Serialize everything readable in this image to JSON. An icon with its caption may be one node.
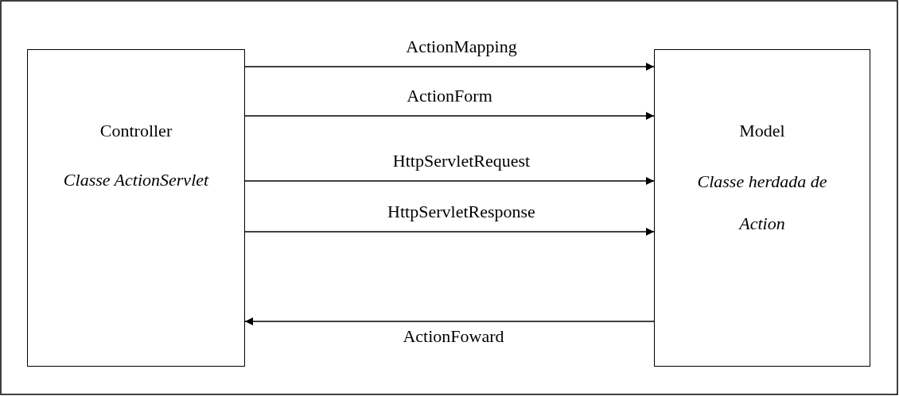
{
  "diagram": {
    "nodes": [
      {
        "text": [
          "Controller",
          "Classe ActionServlet"
        ]
      },
      {
        "text": [
          "Model",
          "Classe herdada de Action"
        ]
      }
    ],
    "edges": [
      {
        "from": 0,
        "to": 1,
        "arrow": "to",
        "label": "ActionMapping"
      },
      {
        "from": 0,
        "to": 1,
        "arrow": "to",
        "label": "ActionForm"
      },
      {
        "from": 0,
        "to": 1,
        "arrow": "to",
        "label": "HttpServletRequest"
      },
      {
        "from": 0,
        "to": 1,
        "arrow": "to",
        "label": "HttpServletResponse"
      },
      {
        "from": 1,
        "to": 0,
        "arrow": "to",
        "label": "ActionFoward"
      }
    ]
  }
}
